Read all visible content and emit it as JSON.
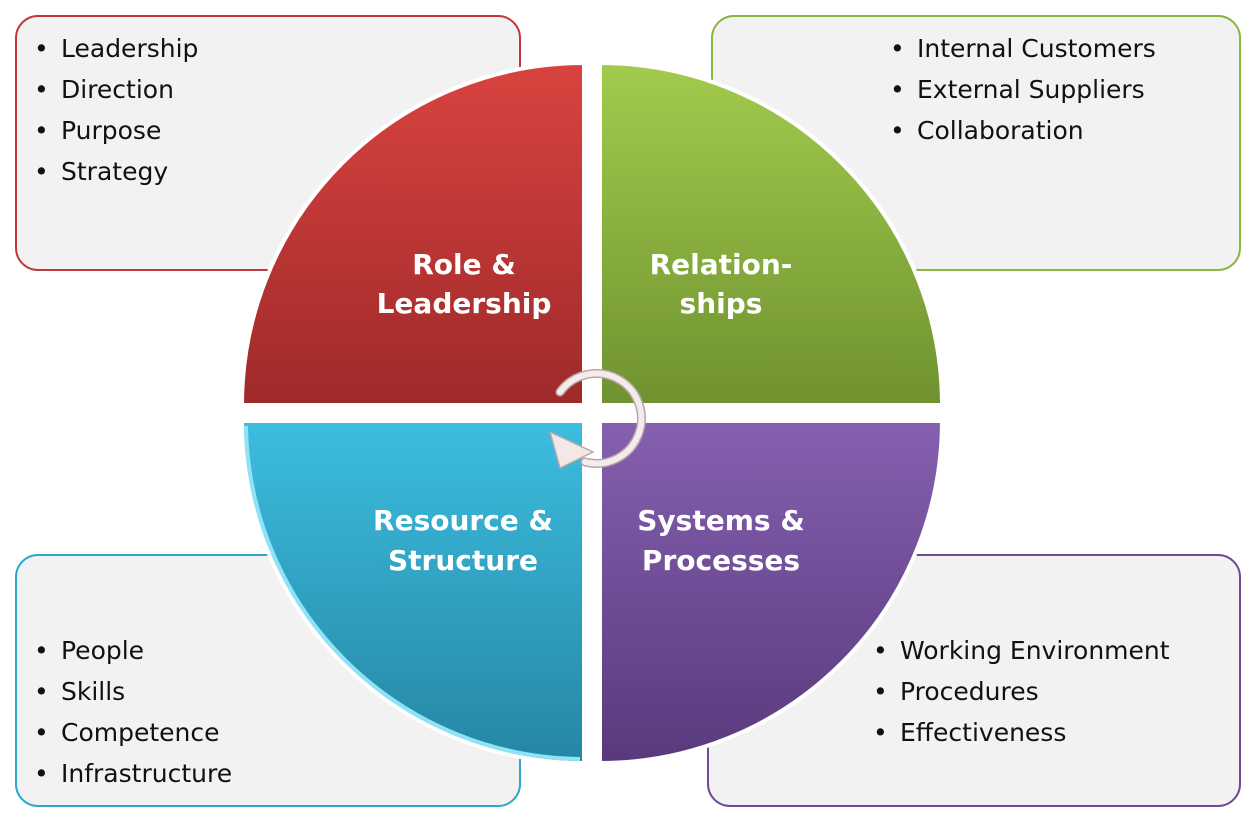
{
  "quadrants": [
    {
      "title_lines": [
        "Role &",
        "Leadership"
      ],
      "color": "#c0393a",
      "items": [
        "Leadership",
        "Direction",
        "Purpose",
        "Strategy"
      ]
    },
    {
      "title_lines": [
        "Relation-",
        "ships"
      ],
      "color": "#8cb43e",
      "items": [
        "Internal Customers",
        "External Suppliers",
        "Collaboration"
      ]
    },
    {
      "title_lines": [
        "Resource &",
        "Structure"
      ],
      "color": "#2fa7c9",
      "items": [
        "People",
        "Skills",
        "Competence",
        "Infrastructure"
      ]
    },
    {
      "title_lines": [
        "Systems &",
        "Processes"
      ],
      "color": "#6f4a98",
      "items": [
        "Working Environment",
        "Procedures",
        "Effectiveness"
      ]
    }
  ],
  "center_icon": "cycle-arrow-icon",
  "bullet": "•"
}
